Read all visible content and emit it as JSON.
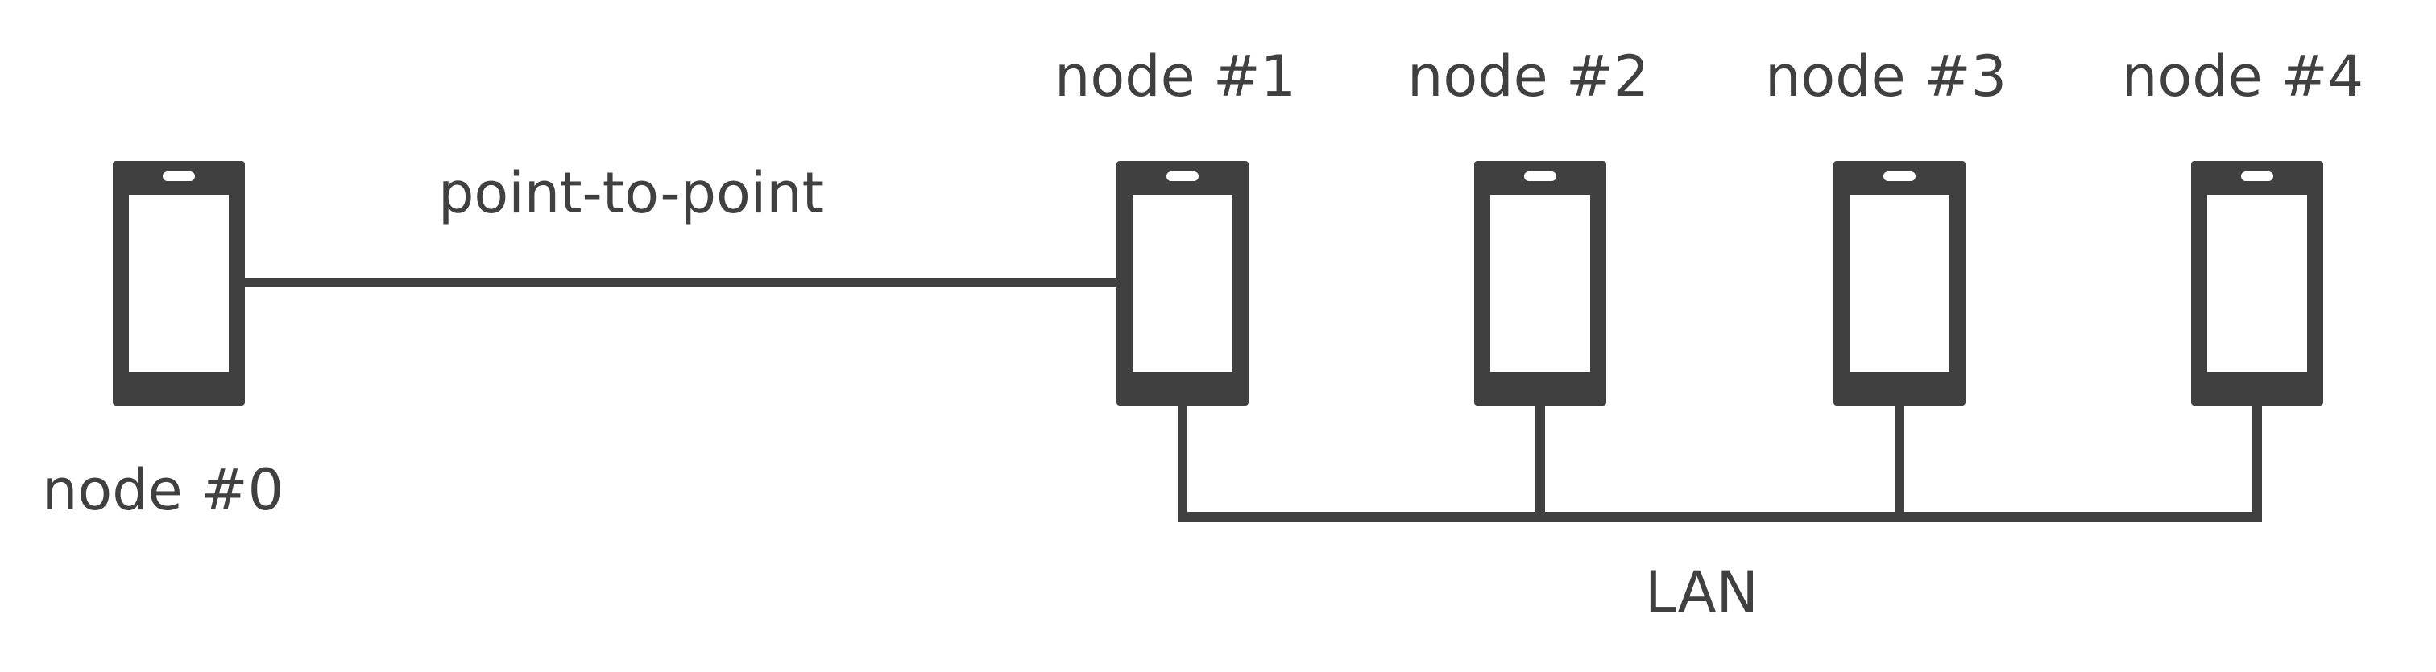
{
  "colors": {
    "ink": "#404040",
    "background": "#ffffff"
  },
  "nodes": [
    {
      "id": "node-0",
      "label": "node #0",
      "icon": "device-icon"
    },
    {
      "id": "node-1",
      "label": "node #1",
      "icon": "device-icon"
    },
    {
      "id": "node-2",
      "label": "node #2",
      "icon": "device-icon"
    },
    {
      "id": "node-3",
      "label": "node #3",
      "icon": "device-icon"
    },
    {
      "id": "node-4",
      "label": "node #4",
      "icon": "device-icon"
    }
  ],
  "links": [
    {
      "type": "point-to-point",
      "label": "point-to-point",
      "members": [
        "node-0",
        "node-1"
      ]
    },
    {
      "type": "bus",
      "label": "LAN",
      "members": [
        "node-1",
        "node-2",
        "node-3",
        "node-4"
      ]
    }
  ]
}
